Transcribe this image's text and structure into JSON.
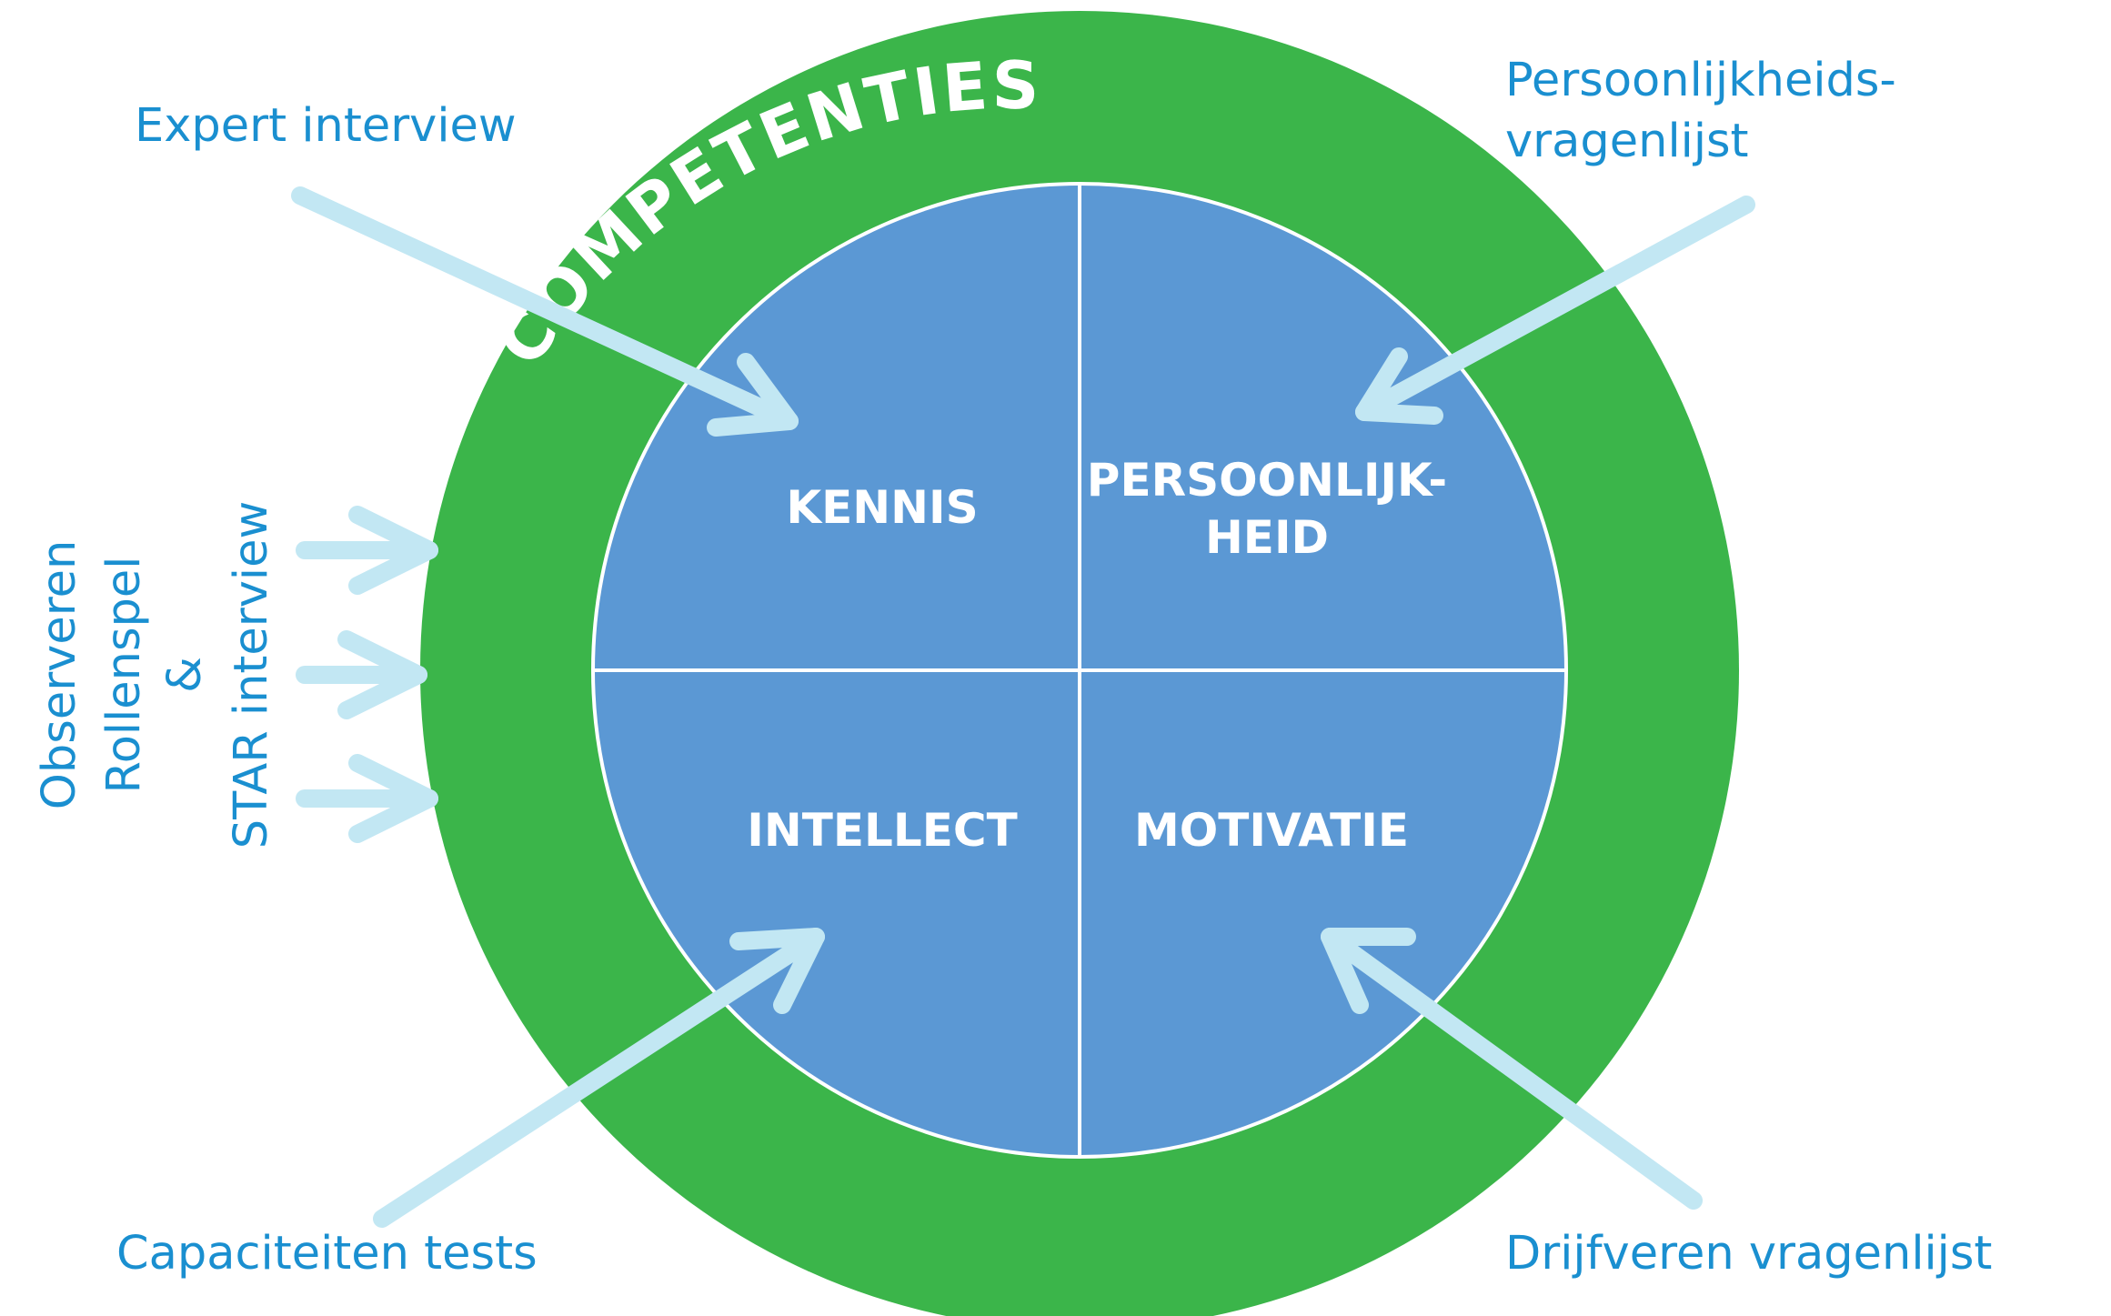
{
  "colors": {
    "ring": "#3bb54a",
    "quadrants": "#5b98d4",
    "arrows": "#c2e7f3",
    "label_text": "#1a8fd0",
    "inner_text": "#ffffff"
  },
  "ring_label": "COMPETENTIES",
  "quadrants": {
    "kennis": "KENNIS",
    "persoonlijkheid": [
      "PERSOONLIJK-",
      "HEID"
    ],
    "intellect": "INTELLECT",
    "motivatie": "MOTIVATIE"
  },
  "methods": {
    "expert_interview": "Expert interview",
    "persoonlijkheidsvragenlijst": [
      "Persoonlijkheids-",
      "vragenlijst"
    ],
    "observeren": "Observeren",
    "rollenspel": "Rollenspel",
    "ampersand": "&",
    "star_interview": "STAR interview",
    "capaciteiten_tests": "Capaciteiten tests",
    "drijfveren_vragenlijst": "Drijfveren vragenlijst"
  }
}
